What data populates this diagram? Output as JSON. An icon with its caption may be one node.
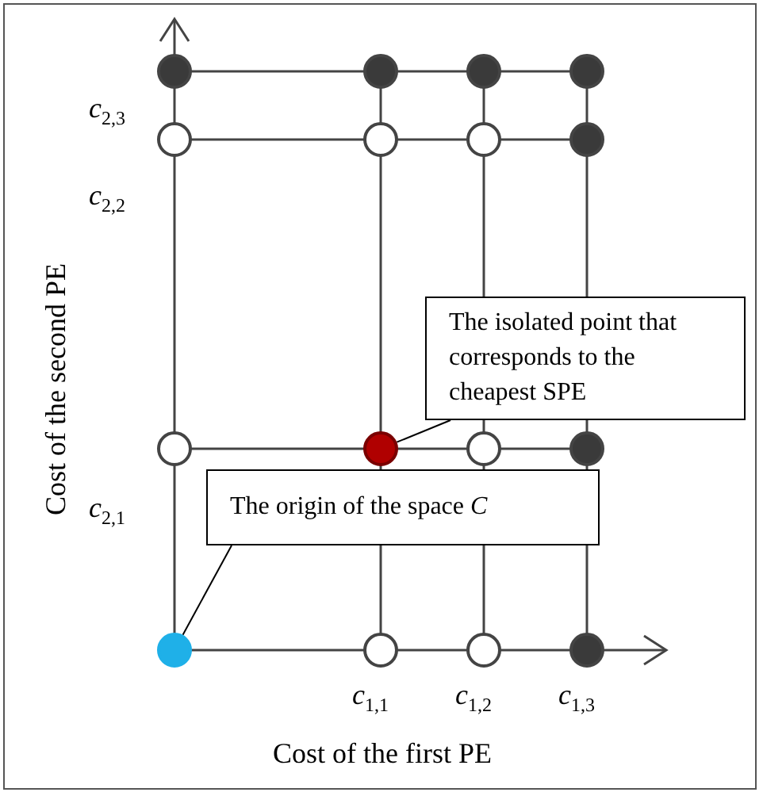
{
  "diagram": {
    "nodes": [
      {
        "text": [
          "The isolated point that corresponds to the cheapest SPE"
        ]
      },
      {
        "text": [],
        "shape": "circle"
      },
      {
        "text": [
          "The origin of the space *C*"
        ]
      },
      {
        "text": [],
        "shape": "circle"
      }
    ],
    "edges": [
      {
        "from": 0,
        "to": 1,
        "arrow": "none"
      },
      {
        "from": 2,
        "to": 3,
        "arrow": "none"
      }
    ],
    "labels": [
      "Cost of the second PE",
      "*c*$_{2,3}$",
      "*c*$_{2,2}$",
      "*c*$_{2,1}$",
      "*c*$_{1,1}$",
      "*c*$_{1,2}$",
      "*c*$_{1,3}$",
      "Cost of the first PE"
    ]
  }
}
